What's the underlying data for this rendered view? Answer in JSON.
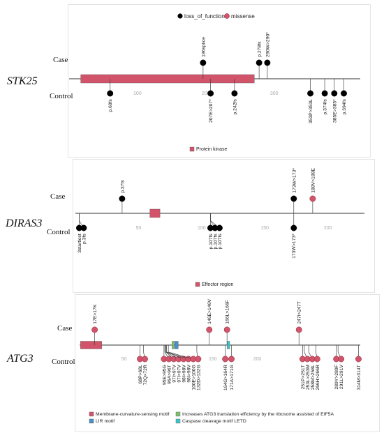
{
  "legend": {
    "loss_of_function": "loss_of_function",
    "missense": "missense"
  },
  "colors": {
    "loss_of_function": "#000000",
    "missense": "#d2546b",
    "domain_red": "#d2546b",
    "domain_blue": "#4a8fc7",
    "domain_green": "#7fc06f",
    "domain_cyan": "#3cc6c9",
    "axis": "#333333",
    "tick_label": "#aaaaaa"
  },
  "row_labels": {
    "case": "Case",
    "control": "Control"
  },
  "panels": [
    {
      "gene": "STK25",
      "ticks": [
        100,
        200,
        300
      ],
      "domains": [
        {
          "label": "Protein kinase",
          "color_key": "domain_red",
          "start": 17,
          "end": 271
        }
      ],
      "case": [
        {
          "label": "196splice",
          "pos": 196,
          "type": "loss_of_function"
        },
        {
          "label": "p.278fs",
          "pos": 278,
          "type": "loss_of_function"
        },
        {
          "label": "290W>290*",
          "pos": 290,
          "type": "loss_of_function"
        }
      ],
      "control": [
        {
          "label": "p.60fs",
          "pos": 60,
          "type": "loss_of_function"
        },
        {
          "label": "207E>207*",
          "pos": 207,
          "type": "loss_of_function"
        },
        {
          "label": "p.242fs",
          "pos": 242,
          "type": "loss_of_function"
        },
        {
          "label": "353P>353L",
          "pos": 353,
          "type": "loss_of_function"
        },
        {
          "label": "p.374fs",
          "pos": 374,
          "type": "loss_of_function"
        },
        {
          "label": "385E>385*",
          "pos": 388,
          "type": "loss_of_function"
        },
        {
          "label": "p.394fs",
          "pos": 402,
          "type": "loss_of_function"
        }
      ]
    },
    {
      "gene": "DIRAS3",
      "ticks": [
        50,
        100,
        150,
        200
      ],
      "domains": [
        {
          "label": "Effector region",
          "color_key": "domain_red",
          "start": 59,
          "end": 67
        }
      ],
      "case": [
        {
          "label": "p.37fs",
          "pos": 37,
          "type": "loss_of_function"
        },
        {
          "label": "173W>173*",
          "pos": 173,
          "type": "loss_of_function"
        },
        {
          "label": "188V>188E",
          "pos": 188,
          "type": "missense"
        }
      ],
      "control": [
        {
          "label": "3startlost",
          "pos": 3,
          "type": "loss_of_function"
        },
        {
          "label": "p.3fs",
          "pos": 3,
          "type": "loss_of_function"
        },
        {
          "label": "p.107fs",
          "pos": 107,
          "type": "loss_of_function"
        },
        {
          "label": "p.107fs",
          "pos": 107,
          "type": "loss_of_function"
        },
        {
          "label": "p.107fs",
          "pos": 107,
          "type": "loss_of_function"
        },
        {
          "label": "173W>173*",
          "pos": 173,
          "type": "loss_of_function"
        }
      ]
    },
    {
      "gene": "ATG3",
      "ticks": [
        50,
        100,
        150,
        200
      ],
      "domains": [
        {
          "label": "Membrane-curvature-sensing motif",
          "color_key": "domain_red",
          "start": 1,
          "end": 25
        },
        {
          "label": "LIR motif",
          "color_key": "domain_blue",
          "start": 107,
          "end": 111
        },
        {
          "label": "Increases ATG3 translation efficiency by the ribosome assisted of EIF5A",
          "color_key": "domain_green",
          "start": 104,
          "end": 106
        },
        {
          "label": "Caspase cleavage motif LETD",
          "color_key": "domain_cyan",
          "start": 166,
          "end": 169
        }
      ],
      "case": [
        {
          "label": "17E>17K",
          "pos": 17,
          "type": "missense"
        },
        {
          "label": "146E>146V",
          "pos": 146,
          "type": "missense"
        },
        {
          "label": "166L>166F",
          "pos": 166,
          "type": "missense"
        },
        {
          "label": "247I>247T",
          "pos": 247,
          "type": "missense"
        }
      ],
      "control": [
        {
          "label": "68P>68L",
          "pos": 68,
          "type": "missense"
        },
        {
          "label": "72Q>72R",
          "pos": 72,
          "type": "missense"
        },
        {
          "label": "95E>95G",
          "pos": 95,
          "type": "missense"
        },
        {
          "label": "96A>96T",
          "pos": 96,
          "type": "missense"
        },
        {
          "label": "97I>97V",
          "pos": 97,
          "type": "missense"
        },
        {
          "label": "97I>97V",
          "pos": 97,
          "type": "missense"
        },
        {
          "label": "98I>98V",
          "pos": 98,
          "type": "missense"
        },
        {
          "label": "98I>98V",
          "pos": 98,
          "type": "missense"
        },
        {
          "label": "100E>100G",
          "pos": 100,
          "type": "missense"
        },
        {
          "label": "132D>132G",
          "pos": 132,
          "type": "missense"
        },
        {
          "label": "164G>164R",
          "pos": 164,
          "type": "missense"
        },
        {
          "label": "171A>171G",
          "pos": 171,
          "type": "missense"
        },
        {
          "label": "251P>251T",
          "pos": 251,
          "type": "missense"
        },
        {
          "label": "253L>253M",
          "pos": 253,
          "type": "missense"
        },
        {
          "label": "258M>258L",
          "pos": 258,
          "type": "missense"
        },
        {
          "label": "266H>266R",
          "pos": 266,
          "type": "missense"
        },
        {
          "label": "289Y>289F",
          "pos": 289,
          "type": "missense"
        },
        {
          "label": "291L>291V",
          "pos": 291,
          "type": "missense"
        },
        {
          "label": "314M>314T",
          "pos": 314,
          "type": "missense"
        }
      ]
    }
  ]
}
